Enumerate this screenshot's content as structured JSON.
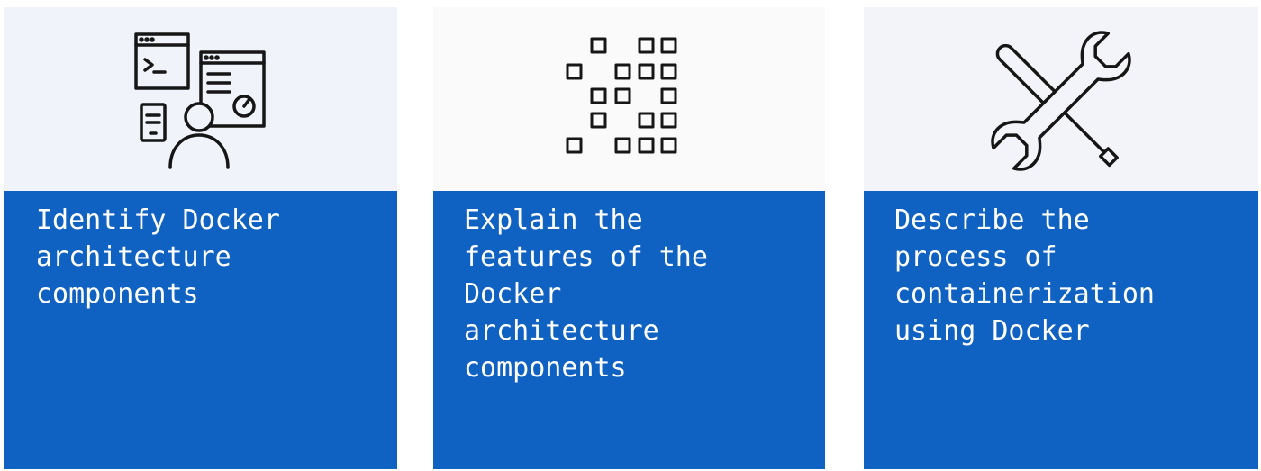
{
  "cards": [
    {
      "icon": "developer-workstation-icon",
      "text": "Identify Docker\narchitecture\ncomponents"
    },
    {
      "icon": "container-grid-icon",
      "text": "Explain the\nfeatures of the\nDocker\narchitecture\ncomponents"
    },
    {
      "icon": "wrench-screwdriver-icon",
      "text": "Describe the\nprocess of\ncontainerization\nusing Docker"
    }
  ],
  "colors": {
    "card_body": "#0f62c2",
    "card_top": "#f1f3fb",
    "icon_stroke": "#161616",
    "text": "#ffffff"
  }
}
